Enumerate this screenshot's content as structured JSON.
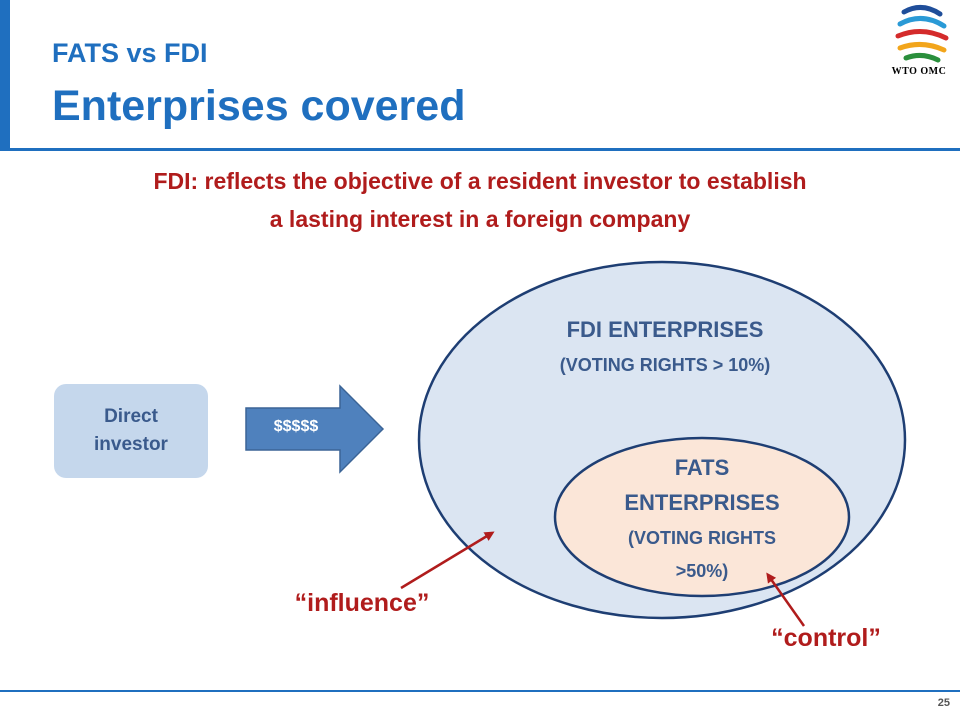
{
  "header": {
    "subtitle": "FATS vs FDI",
    "title": "Enterprises covered",
    "logo_text": "WTO OMC"
  },
  "definition": {
    "line1": "FDI: reflects the objective of a resident investor to establish",
    "line2": "a lasting interest in a foreign company"
  },
  "investor": {
    "line1": "Direct",
    "line2": "investor"
  },
  "arrow_label": "$$$$$",
  "fdi": {
    "title": "FDI ENTERPRISES",
    "subtitle": "(VOTING RIGHTS > 10%)"
  },
  "fats": {
    "line1": "FATS",
    "line2": "ENTERPRISES",
    "line3": "(VOTING RIGHTS",
    "line4": ">50%)"
  },
  "annotations": {
    "influence": "“influence”",
    "control": "“control”"
  },
  "footer": {
    "page_number": "25"
  },
  "colors": {
    "brand_blue": "#1f6fbf",
    "text_red": "#b01c1c",
    "fdi_fill": "#dbe5f2",
    "fats_fill": "#fbe6d8",
    "arrow_fill": "#4f81bd"
  }
}
